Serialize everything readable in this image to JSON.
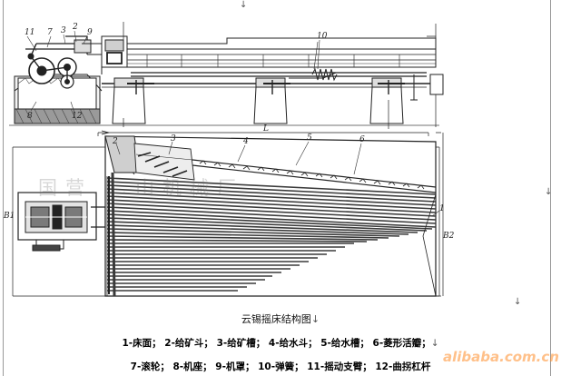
{
  "figure": {
    "caption": "云锡摇床结构图",
    "markers": {
      "top_para": "↓",
      "mid_para": "↓",
      "right_para": "↓",
      "caption_para": "↓",
      "legend_para": "↓"
    }
  },
  "parts": [
    {
      "num": "1",
      "name": "床面"
    },
    {
      "num": "2",
      "name": "给矿斗"
    },
    {
      "num": "3",
      "name": "给矿槽"
    },
    {
      "num": "4",
      "name": "给水斗"
    },
    {
      "num": "5",
      "name": "给水槽"
    },
    {
      "num": "6",
      "name": "菱形活瓣"
    },
    {
      "num": "7",
      "name": "滚轮"
    },
    {
      "num": "8",
      "name": "机座"
    },
    {
      "num": "9",
      "name": "机罩"
    },
    {
      "num": "10",
      "name": "弹簧"
    },
    {
      "num": "11",
      "name": "摇动支臂"
    },
    {
      "num": "12",
      "name": "曲拐杠杆"
    }
  ],
  "legend": {
    "row1": "1-床面； 2-给矿斗； 3-给矿槽； 4-给水斗； 5-给水槽； 6-菱形活瓣；",
    "row2": "7-滚轮； 8-机座； 9-机罩； 10-弹簧； 11-摇动支臂； 12-曲拐杠杆"
  },
  "dimensions": {
    "length": "L",
    "b1": "B1",
    "b2": "B2"
  },
  "watermarks": {
    "factory": "国营...山机械厂",
    "site": "alibaba.com.cn"
  }
}
